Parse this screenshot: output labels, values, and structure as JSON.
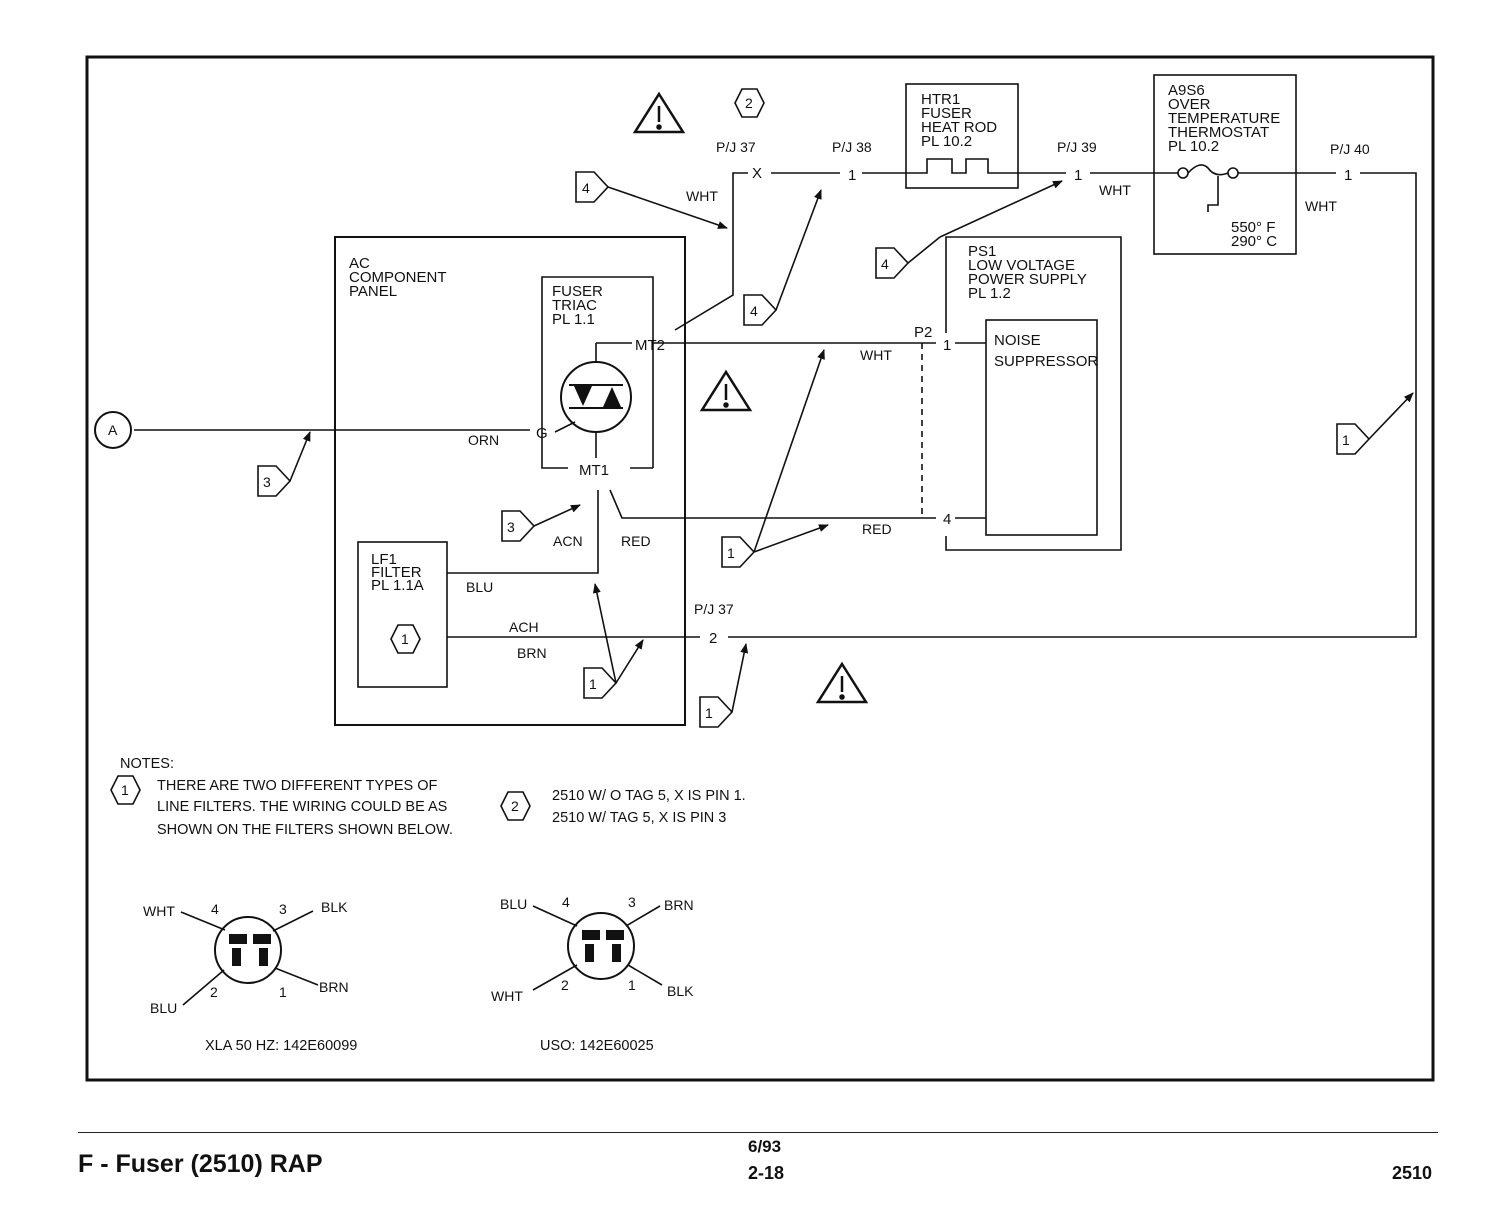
{
  "ac_panel": {
    "label_lines": [
      "AC",
      "COMPONENT",
      "PANEL"
    ]
  },
  "triac": {
    "label_lines": [
      "FUSER",
      "TRIAC",
      "PL 1.1"
    ],
    "mt2": "MT2",
    "mt1": "MT1",
    "gate": "G"
  },
  "filter": {
    "label_lines": [
      "LF1",
      "FILTER",
      "PL 1.1A"
    ]
  },
  "heater": {
    "label_lines": [
      "HTR1",
      "FUSER",
      "HEAT ROD",
      "PL 10.2"
    ]
  },
  "thermostat": {
    "label_lines": [
      "A9S6",
      "OVER",
      "TEMPERATURE",
      "THERMOSTAT",
      "PL 10.2"
    ],
    "temp_f": "550° F",
    "temp_c": "290° C"
  },
  "power_supply": {
    "label_lines": [
      "PS1",
      "LOW VOLTAGE",
      "POWER SUPPLY",
      "PL 1.2"
    ],
    "suppressor_lines": [
      "NOISE",
      "SUPPRESSOR"
    ],
    "p2": "P2",
    "pin1": "1",
    "pin4": "4"
  },
  "connectors": {
    "pj37_top": "P/J 37",
    "pj38": "P/J 38",
    "pj39": "P/J 39",
    "pj40": "P/J 40",
    "pj37_bottom": "P/J 37",
    "pin_x": "X",
    "pin_38": "1",
    "pin_39": "1",
    "pin_40": "1",
    "pin_37b": "2"
  },
  "wires": {
    "wht_a": "WHT",
    "wht_b": "WHT",
    "wht_c": "WHT",
    "wht_d": "WHT",
    "orn": "ORN",
    "red_a": "RED",
    "red_b": "RED",
    "acn": "ACN",
    "blu": "BLU",
    "ach": "ACH",
    "brn": "BRN"
  },
  "connector_a": "A",
  "tags": {
    "t1": "1",
    "t2": "2",
    "t3": "3",
    "t4": "4"
  },
  "notes": {
    "title": "NOTES:",
    "note1_lines": [
      "THERE ARE TWO DIFFERENT TYPES OF",
      "LINE FILTERS.  THE WIRING COULD BE AS",
      "SHOWN ON THE FILTERS SHOWN BELOW."
    ],
    "note2_lines": [
      "2510 W/ O TAG 5, X IS PIN 1.",
      "2510 W/ TAG 5, X IS PIN 3"
    ]
  },
  "filter_xla": {
    "caption": "XLA 50 HZ:  142E60099",
    "wire_tl": "WHT",
    "wire_tr": "BLK",
    "wire_bl": "BLU",
    "wire_br": "BRN",
    "pin_tl": "4",
    "pin_tr": "3",
    "pin_bl": "2",
    "pin_br": "1"
  },
  "filter_uso": {
    "caption": "USO:  142E60025",
    "wire_tl": "BLU",
    "wire_tr": "BRN",
    "wire_bl": "WHT",
    "wire_br": "BLK",
    "pin_tl": "4",
    "pin_tr": "3",
    "pin_bl": "2",
    "pin_br": "1"
  },
  "footer": {
    "title": "F - Fuser (2510) RAP",
    "date": "6/93",
    "page": "2-18",
    "code": "2510"
  }
}
